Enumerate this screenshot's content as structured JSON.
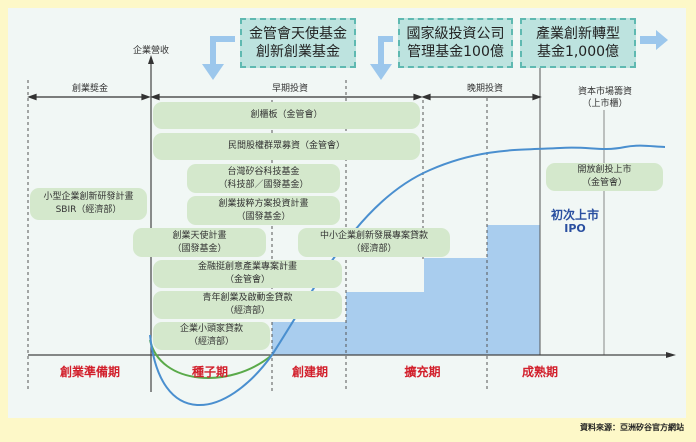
{
  "funds": [
    {
      "line1": "金管會天使基金",
      "line2": "創新創業基金"
    },
    {
      "line1": "國家級投資公司",
      "line2": "管理基金100億"
    },
    {
      "line1": "產業創新轉型",
      "line2": "基金1,000億"
    }
  ],
  "axis_label": "企業營收",
  "stages": {
    "award": "創業獎金",
    "early": "早期投資",
    "late": "晚期投資",
    "capital_line1": "資本市場籌資",
    "capital_line2": "（上市櫃）"
  },
  "programs": [
    {
      "line1": "創櫃板（金管會）",
      "line2": ""
    },
    {
      "line1": "民間股權群眾募資（金管會）",
      "line2": ""
    },
    {
      "line1": "台灣矽谷科技基金",
      "line2": "（科技部／國發基金）"
    },
    {
      "line1": "創業拔粹方案投資計畫",
      "line2": "（國發基金）"
    },
    {
      "line1": "小型企業創新研發計畫",
      "line2": "SBIR（經濟部）"
    },
    {
      "line1": "創業天使計畫",
      "line2": "（國發基金）"
    },
    {
      "line1": "中小企業創新發展專案貸款",
      "line2": "（經濟部）"
    },
    {
      "line1": "金融挺創意產業專案計畫",
      "line2": "（金管會）"
    },
    {
      "line1": "青年創業及啟動金貸款",
      "line2": "（經濟部）"
    },
    {
      "line1": "企業小頭家貸款",
      "line2": "（經濟部）"
    },
    {
      "line1": "開放創投上市",
      "line2": "（金管會）"
    }
  ],
  "ipo": {
    "line1": "初次上市",
    "line2": "IPO"
  },
  "phases": [
    "創業準備期",
    "種子期",
    "創建期",
    "擴充期",
    "成熟期"
  ],
  "source": "資料來源：亞洲矽谷官方網站",
  "colors": {
    "fund_fill": "#bde3df",
    "program_fill": "#d4e8cc",
    "step_fill": "#a9cdee",
    "curve": "#4a8fcf",
    "green_curve": "#5aaa4a",
    "phase": "#d2202c",
    "ipo": "#2a4fa0"
  }
}
